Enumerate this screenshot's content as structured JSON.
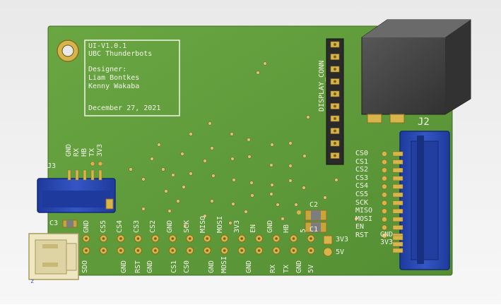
{
  "board": {
    "title_block": {
      "line1": "UI-V1.0.1",
      "line2": "UBC Thunderbots",
      "designer_label": "Designer:",
      "designer1": "Liam Bontkes",
      "designer2": "Kenny Wakaba",
      "date": "December 27, 2021"
    },
    "display_conn_label": "DISPLAY_CONN",
    "j2": {
      "ref": "J2",
      "pins": [
        "CS0",
        "CS1",
        "CS2",
        "CS3",
        "CS4",
        "CS5",
        "SCK",
        "MISO",
        "MOSI",
        "EN",
        "RST"
      ],
      "gnd": "GND",
      "v33": "3V3"
    },
    "j3": {
      "ref": "J3",
      "pins": [
        "GND",
        "RX",
        "HB",
        "TX",
        "3V3"
      ]
    },
    "c3": "C3",
    "c2": "C2",
    "c1": "C1",
    "header_top": [
      "GND",
      "CS5",
      "CS4",
      "CS3",
      "CS2",
      "GND",
      "SCK",
      "MISO",
      "MOSI",
      "3V3",
      "EN",
      "GND",
      "HB",
      "5"
    ],
    "header_bottom": [
      "SDO",
      "GND",
      "RST",
      "GND",
      "CS1",
      "CS0",
      "GND",
      "MOSI",
      "GND",
      "RX",
      "TX",
      "GND",
      "5V"
    ],
    "rail_3v3": "3V3",
    "rail_5v": "5V",
    "axis_label": "z"
  },
  "colors": {
    "pcb": "#5f9a3a",
    "silkscreen": "#f3f3ea",
    "gold": "#c9a33c",
    "connector_blue": "#2c4bb3",
    "ethernet": "#3f3f3f"
  }
}
